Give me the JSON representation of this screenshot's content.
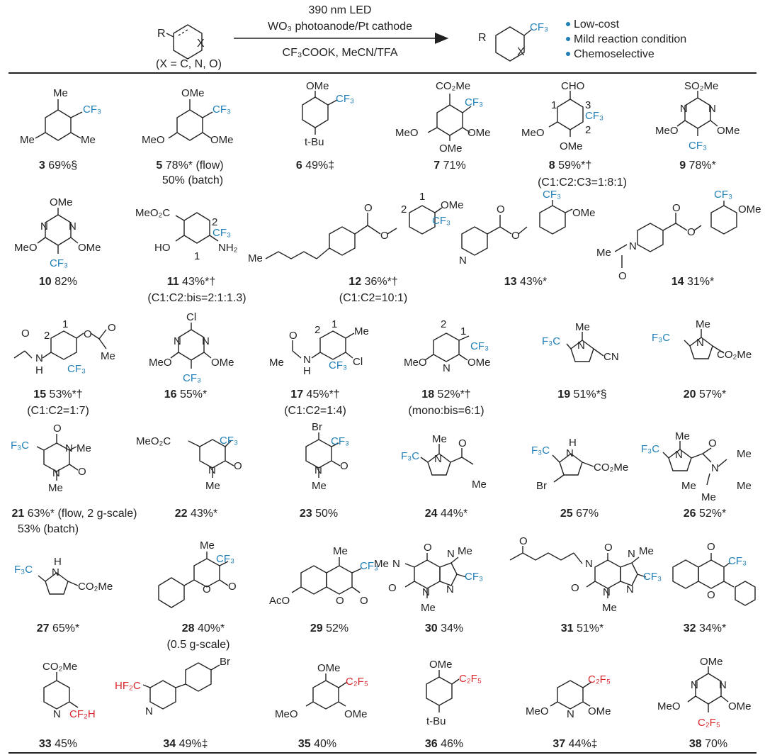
{
  "header": {
    "reactant_label": "R",
    "reactant_x": "X",
    "reactant_note": "(X = C, N, O)",
    "condition_1": "390 nm LED",
    "condition_2": "WO₃ photoanode/Pt cathode",
    "condition_3": "CF₃COOK, MeCN/TFA",
    "product_label": "R",
    "product_x": "X",
    "product_cf3": "CF₃",
    "bullets": [
      "Low-cost",
      "Mild reaction condition",
      "Chemoselective"
    ]
  },
  "colors": {
    "accent": "#1f7fb6",
    "fluoro_red": "#d7262c"
  },
  "compounds": [
    {
      "id": "3",
      "yield": "69%§",
      "note": ""
    },
    {
      "id": "5",
      "yield": "78%* (flow)",
      "note": "50% (batch)"
    },
    {
      "id": "6",
      "yield": "49%‡",
      "note": ""
    },
    {
      "id": "7",
      "yield": "71%",
      "note": ""
    },
    {
      "id": "8",
      "yield": "59%*†",
      "note": "(C1:C2:C3=1:8:1)"
    },
    {
      "id": "9",
      "yield": "78%*",
      "note": ""
    },
    {
      "id": "10",
      "yield": "82%",
      "note": ""
    },
    {
      "id": "11",
      "yield": "43%*†",
      "note": "(C1:C2:bis=2:1:1.3)"
    },
    {
      "id": "12",
      "yield": "36%*†",
      "note": "(C1:C2=10:1)"
    },
    {
      "id": "13",
      "yield": "43%*",
      "note": ""
    },
    {
      "id": "14",
      "yield": "31%*",
      "note": ""
    },
    {
      "id": "15",
      "yield": "53%*†",
      "note": "(C1:C2=1:7)"
    },
    {
      "id": "16",
      "yield": "55%*",
      "note": ""
    },
    {
      "id": "17",
      "yield": "45%*†",
      "note": "(C1:C2=1:4)"
    },
    {
      "id": "18",
      "yield": "52%*†",
      "note": "(mono:bis=6:1)"
    },
    {
      "id": "19",
      "yield": "51%*§",
      "note": ""
    },
    {
      "id": "20",
      "yield": "57%*",
      "note": ""
    },
    {
      "id": "21",
      "yield": "63%* (flow, 2 g-scale)",
      "note": "53% (batch)"
    },
    {
      "id": "22",
      "yield": "43%*",
      "note": ""
    },
    {
      "id": "23",
      "yield": "50%",
      "note": ""
    },
    {
      "id": "24",
      "yield": "44%*",
      "note": ""
    },
    {
      "id": "25",
      "yield": "67%",
      "note": ""
    },
    {
      "id": "26",
      "yield": "52%*",
      "note": ""
    },
    {
      "id": "27",
      "yield": "65%*",
      "note": ""
    },
    {
      "id": "28",
      "yield": "40%*",
      "note": "(0.5 g-scale)"
    },
    {
      "id": "29",
      "yield": "52%",
      "note": ""
    },
    {
      "id": "30",
      "yield": "34%",
      "note": ""
    },
    {
      "id": "31",
      "yield": "51%*",
      "note": ""
    },
    {
      "id": "32",
      "yield": "34%*",
      "note": ""
    },
    {
      "id": "33",
      "yield": "45%",
      "note": ""
    },
    {
      "id": "34",
      "yield": "49%‡",
      "note": ""
    },
    {
      "id": "35",
      "yield": "40%",
      "note": ""
    },
    {
      "id": "36",
      "yield": "46%",
      "note": ""
    },
    {
      "id": "37",
      "yield": "44%‡",
      "note": ""
    },
    {
      "id": "38",
      "yield": "70%",
      "note": ""
    }
  ],
  "structure_labels": {
    "s3": {
      "me_top": "Me",
      "me_left": "Me",
      "me_right": "Me",
      "cf3": "CF₃"
    },
    "s5": {
      "ome_top": "OMe",
      "ome_left": "MeO",
      "ome_right": "OMe",
      "cf3": "CF₃"
    },
    "s6": {
      "ome": "OMe",
      "tbu": "t-Bu",
      "cf3": "CF₃"
    },
    "s7": {
      "co2me": "CO₂Me",
      "meo": "MeO",
      "ome_r": "OMe",
      "ome_b": "OMe",
      "cf3": "CF₃"
    },
    "s8": {
      "cho": "CHO",
      "n1": "1",
      "n2": "2",
      "n3": "3",
      "meo": "MeO",
      "ome": "OMe",
      "cf3": "CF₃"
    },
    "s9": {
      "so2me": "SO₂Me",
      "n_l": "N",
      "n_r": "N",
      "meo": "MeO",
      "ome": "OMe",
      "cf3": "CF₃"
    },
    "s10": {
      "ome_t": "OMe",
      "n_l": "N",
      "n_r": "N",
      "meo": "MeO",
      "ome": "OMe",
      "cf3": "CF₃"
    },
    "s11": {
      "meo2c": "MeO₂C",
      "n2": "2",
      "cf3": "CF₃",
      "ho": "HO",
      "nh2": "NH₂",
      "n1": "1"
    },
    "s12": {
      "me": "Me",
      "o": "O",
      "n1": "1",
      "n2": "2",
      "ome": "OMe",
      "cf3": "CF₃"
    },
    "s13": {
      "n": "N",
      "o": "O",
      "cf3": "CF₃",
      "ome": "OMe"
    },
    "s14": {
      "me": "Me",
      "n": "N",
      "o": "O",
      "cf3": "CF₃",
      "ome": "OMe"
    },
    "s15": {
      "n1": "1",
      "n2": "2",
      "o": "O",
      "me": "Me",
      "nh": "H",
      "n": "N",
      "cf3": "CF₃"
    },
    "s16": {
      "cl": "Cl",
      "n_l": "N",
      "n_r": "N",
      "meo": "MeO",
      "ome": "OMe",
      "cf3": "CF₃"
    },
    "s17": {
      "n1": "1",
      "n2": "2",
      "me": "Me",
      "o": "O",
      "nh": "H",
      "n": "N",
      "cf3": "CF₃",
      "cl": "Cl"
    },
    "s18": {
      "n1": "1",
      "n2": "2",
      "cf3": "CF₃",
      "meo": "MeO",
      "n": "N",
      "ome": "OMe"
    },
    "s19": {
      "f3c": "F₃C",
      "n": "N",
      "me": "Me",
      "cn": "CN"
    },
    "s20": {
      "f3c": "F₃C",
      "n": "N",
      "me": "Me",
      "co2me": "CO₂Me"
    },
    "s21": {
      "f3c": "F₃C",
      "o1": "O",
      "n1": "N",
      "me1": "Me",
      "o2": "O",
      "n2": "N",
      "me2": "Me"
    },
    "s22": {
      "meo2c": "MeO₂C",
      "cf3": "CF₃",
      "n": "N",
      "o": "O",
      "me": "Me"
    },
    "s23": {
      "br": "Br",
      "cf3": "CF₃",
      "n": "N",
      "o": "O",
      "me": "Me"
    },
    "s24": {
      "f3c": "F₃C",
      "n": "N",
      "me": "Me",
      "o": "O",
      "me2": "Me"
    },
    "s25": {
      "f3c": "F₃C",
      "nh": "H",
      "n": "N",
      "br": "Br",
      "co2me": "CO₂Me"
    },
    "s26": {
      "f3c": "F₃C",
      "n": "N",
      "me": "Me",
      "o": "O",
      "n2": "N",
      "me_a": "Me",
      "me_b": "Me",
      "me_c": "Me",
      "me_d": "Me"
    },
    "s27": {
      "f3c": "F₃C",
      "nh": "H",
      "n": "N",
      "co2me": "CO₂Me"
    },
    "s28": {
      "me": "Me",
      "cf3": "CF₃",
      "o1": "O",
      "o2": "O"
    },
    "s29": {
      "me": "Me",
      "cf3": "CF₃",
      "aco": "AcO",
      "o1": "O",
      "o2": "O"
    },
    "s30": {
      "o1": "O",
      "me1": "Me",
      "n1": "N",
      "n2": "N",
      "cf3": "CF₃",
      "me2": "Me",
      "o2": "O",
      "n3": "N",
      "n4": "N",
      "me3": "Me"
    },
    "s31": {
      "o0": "O",
      "o1": "O",
      "me1": "Me",
      "n1": "N",
      "n2": "N",
      "cf3": "CF₃",
      "o2": "O",
      "n3": "N",
      "n4": "N",
      "me3": "Me"
    },
    "s32": {
      "o1": "O",
      "cf3": "CF₃",
      "o2": "O"
    },
    "s33": {
      "co2me": "CO₂Me",
      "n": "N",
      "cf2h": "CF₂H"
    },
    "s34": {
      "hf2c": "HF₂C",
      "br": "Br",
      "n": "N"
    },
    "s35": {
      "ome_t": "OMe",
      "c2f5": "C₂F₅",
      "meo": "MeO",
      "ome": "OMe"
    },
    "s36": {
      "ome": "OMe",
      "c2f5": "C₂F₅",
      "tbu": "t-Bu"
    },
    "s37": {
      "c2f5": "C₂F₅",
      "meo": "MeO",
      "n": "N",
      "ome": "OMe"
    },
    "s38": {
      "ome_t": "OMe",
      "n_l": "N",
      "n_r": "N",
      "meo": "MeO",
      "ome": "OMe",
      "c2f5": "C₂F₅"
    }
  }
}
